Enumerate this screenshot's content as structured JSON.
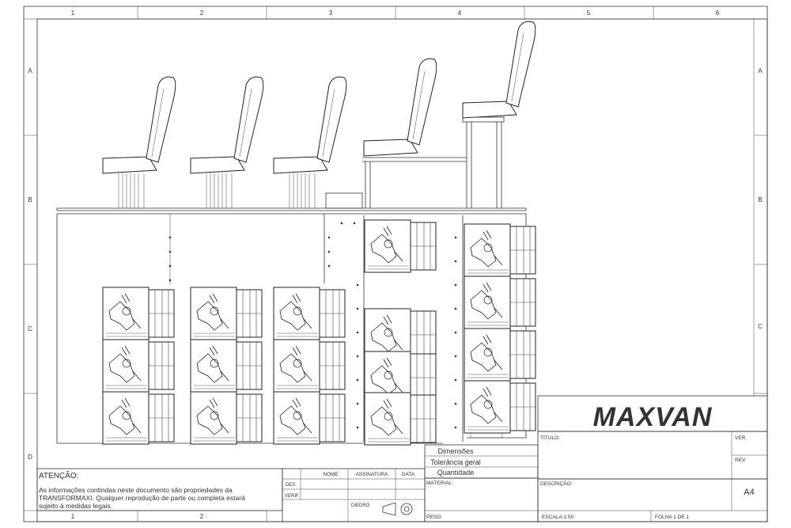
{
  "zones": {
    "columns_top": [
      "1",
      "2",
      "3",
      "4",
      "5",
      "6"
    ],
    "columns_bottom": [
      "1",
      "2"
    ],
    "rows_left": [
      "A",
      "B",
      "C",
      "D"
    ],
    "rows_right": [
      "A",
      "B",
      "C"
    ]
  },
  "logo": {
    "text": "MAXVAN"
  },
  "notice": {
    "title": "ATENÇÃO:",
    "lines": [
      "As informações contindas neste documento são propriedades da",
      "TRANSFORMAXI. Qualquer reprodução de parte ou completa estará",
      "sujeito à medidas legais."
    ]
  },
  "signature_table": {
    "headers": [
      "NOME",
      "ASSINATURA",
      "DATA"
    ],
    "rows": [
      "DES.",
      "VERIF."
    ]
  },
  "diedro": "DIEDRO",
  "spec": [
    "Dimensões",
    "Tolerância geral",
    "Quantidade"
  ],
  "labels": {
    "material": "MATERIAL:",
    "peso": "PESO:",
    "titulo": "TÍTULO:",
    "descricao": "DESCRIÇÃO:",
    "ver": "VER.",
    "rev": "REV.",
    "size": "A4",
    "escala": "ESCALA:1:50",
    "folha": "FOLHA 1 DE 1"
  }
}
